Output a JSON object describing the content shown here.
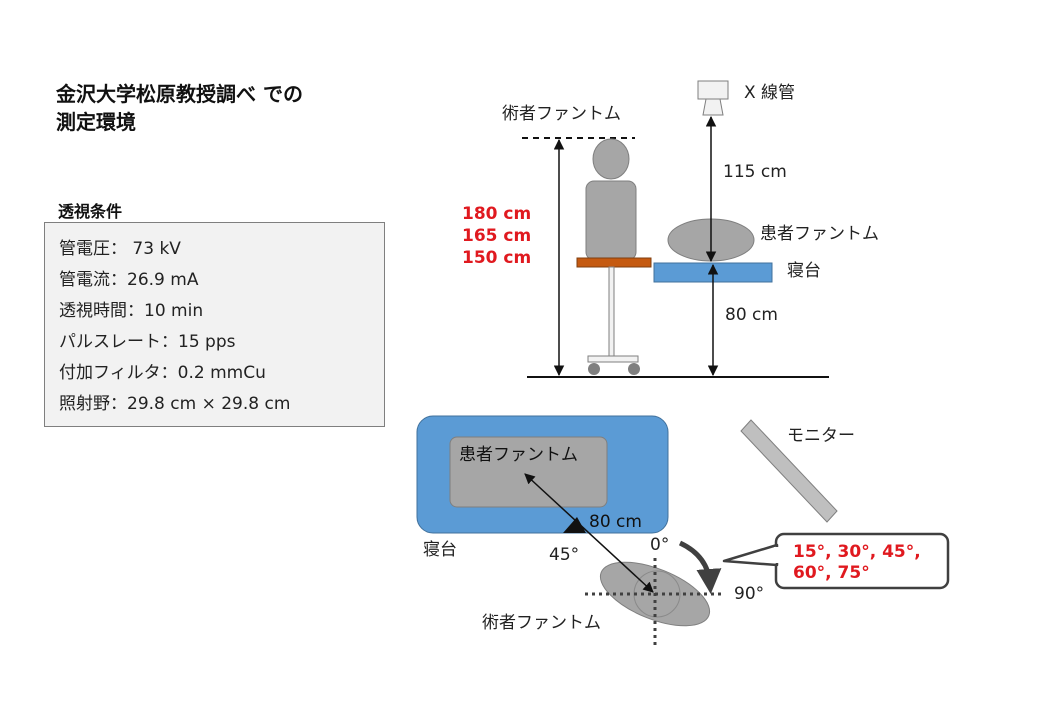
{
  "title": {
    "line1": "金沢大学松原教授調べ での",
    "line2": "測定環境"
  },
  "conditions": {
    "heading": "透視条件",
    "rows": [
      "管電圧： 73 kV",
      "管電流：26.9 mA",
      "透視時間：10 min",
      "パルスレート：15 pps",
      "付加フィルタ：0.2 mmCu",
      "照射野：29.8 cm × 29.8 cm"
    ]
  },
  "side_view": {
    "xray_tube_label": "X 線管",
    "operator_label": "術者ファントム",
    "operator_heights": [
      "180 cm",
      "165 cm",
      "150 cm"
    ],
    "tube_distance": "115 cm",
    "patient_label": "患者ファントム",
    "table_label": "寝台",
    "table_height": "80 cm"
  },
  "top_view": {
    "patient_label": "患者ファントム",
    "table_label": "寝台",
    "distance_label": "80 cm",
    "angle_label": "45°",
    "zero_label": "0°",
    "ninety_label": "90°",
    "operator_label": "術者ファントム",
    "monitor_label": "モニター",
    "callout_line1": "15°, 30°, 45°,",
    "callout_line2": "60°, 75°"
  },
  "colors": {
    "highlight_red": "#e0191f",
    "table_blue": "#5b9bd5",
    "phantom_gray": "#a6a6a6",
    "seat_orange": "#c55a11"
  }
}
